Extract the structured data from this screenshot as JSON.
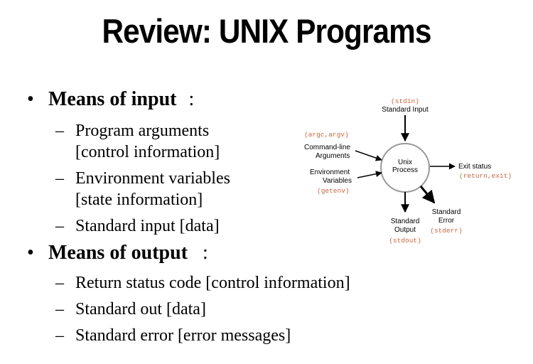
{
  "title": "Review: UNIX Programs",
  "input": {
    "heading": "Means of input",
    "colon": ":",
    "items": [
      [
        "Program arguments",
        "[control information]"
      ],
      [
        "Environment variables",
        "[state information]"
      ],
      [
        "Standard input [data]"
      ]
    ]
  },
  "output": {
    "heading": "Means of output",
    "colon": ":",
    "items": [
      "Return status code [control information]",
      "Standard out [data]",
      "Standard error [error messages]"
    ]
  },
  "diagram": {
    "stdin_code": "(stdin)",
    "stdin_label": "Standard Input",
    "args_code": "(argc,argv)",
    "args_label_1": "Command-line",
    "args_label_2": "Arguments",
    "env_label_1": "Environment",
    "env_label_2": "Variables",
    "env_code": "(getenv)",
    "process_1": "Unix",
    "process_2": "Process",
    "exit_label": "Exit status",
    "exit_code": "(return,exit)",
    "stdout_label_1": "Standard",
    "stdout_label_2": "Output",
    "stdout_code": "(stdout)",
    "stderr_label_1": "Standard",
    "stderr_label_2": "Error",
    "stderr_code": "(stderr)"
  },
  "bullet_glyph": "•",
  "dash_glyph": "–"
}
